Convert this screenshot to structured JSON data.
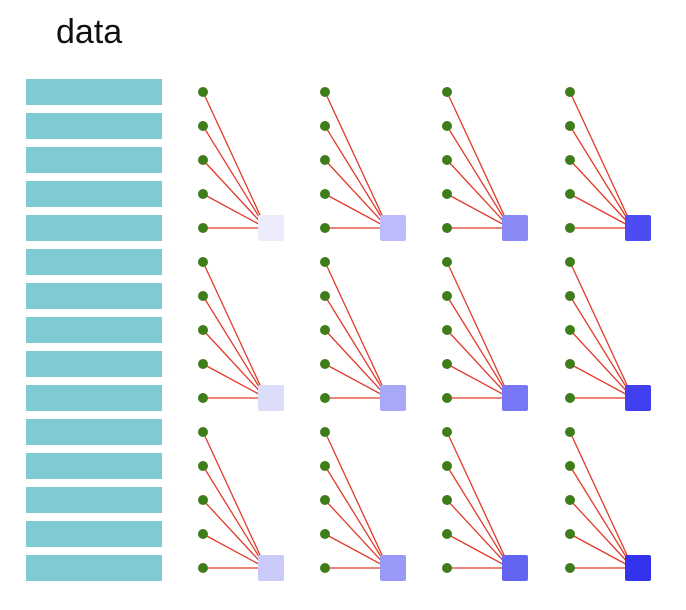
{
  "title": "data",
  "stack": {
    "count": 15,
    "color": "#7ecbd6"
  },
  "grid": {
    "rows": 3,
    "cols": 4,
    "inputs_per_unit": 5,
    "node_color": "#3e7d1a",
    "link_color": "#e03a2a",
    "unit_colors": [
      [
        "#ececfc",
        "#bcbcfc",
        "#8a8af7",
        "#4c4cf2"
      ],
      [
        "#dcdcfb",
        "#a8a8f9",
        "#7777f5",
        "#4040f0"
      ],
      [
        "#cbcbfb",
        "#9999f6",
        "#6464f3",
        "#3333ee"
      ]
    ]
  }
}
